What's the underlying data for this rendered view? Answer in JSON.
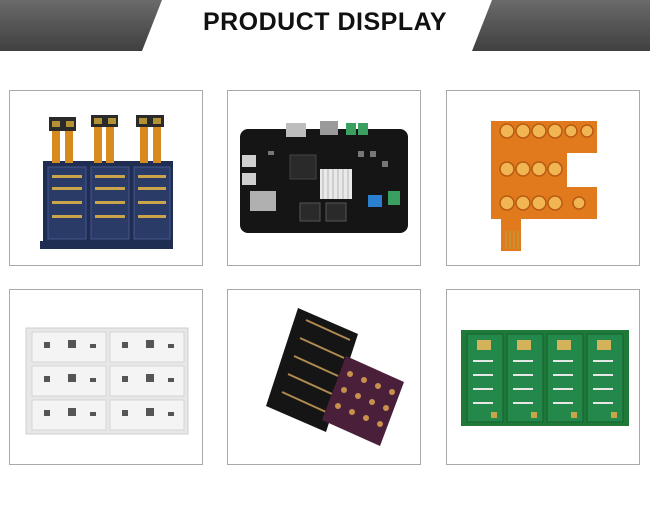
{
  "banner": {
    "title": "PRODUCT DISPLAY",
    "colors": {
      "bar": "#555555",
      "center": "#ffffff",
      "text": "#111111"
    }
  },
  "products": [
    {
      "name": "rigid-flex-pcb-panel",
      "icon": "rigid-flex-pcb-image"
    },
    {
      "name": "black-control-board",
      "icon": "black-pcb-board-image"
    },
    {
      "name": "orange-flex-pcb",
      "icon": "orange-flex-pcb-image"
    },
    {
      "name": "white-led-aluminum-pcb-panel",
      "icon": "white-led-pcb-image"
    },
    {
      "name": "black-and-purple-pcb-panels",
      "icon": "black-purple-pcb-image"
    },
    {
      "name": "green-pcb-panel",
      "icon": "green-pcb-image"
    }
  ]
}
